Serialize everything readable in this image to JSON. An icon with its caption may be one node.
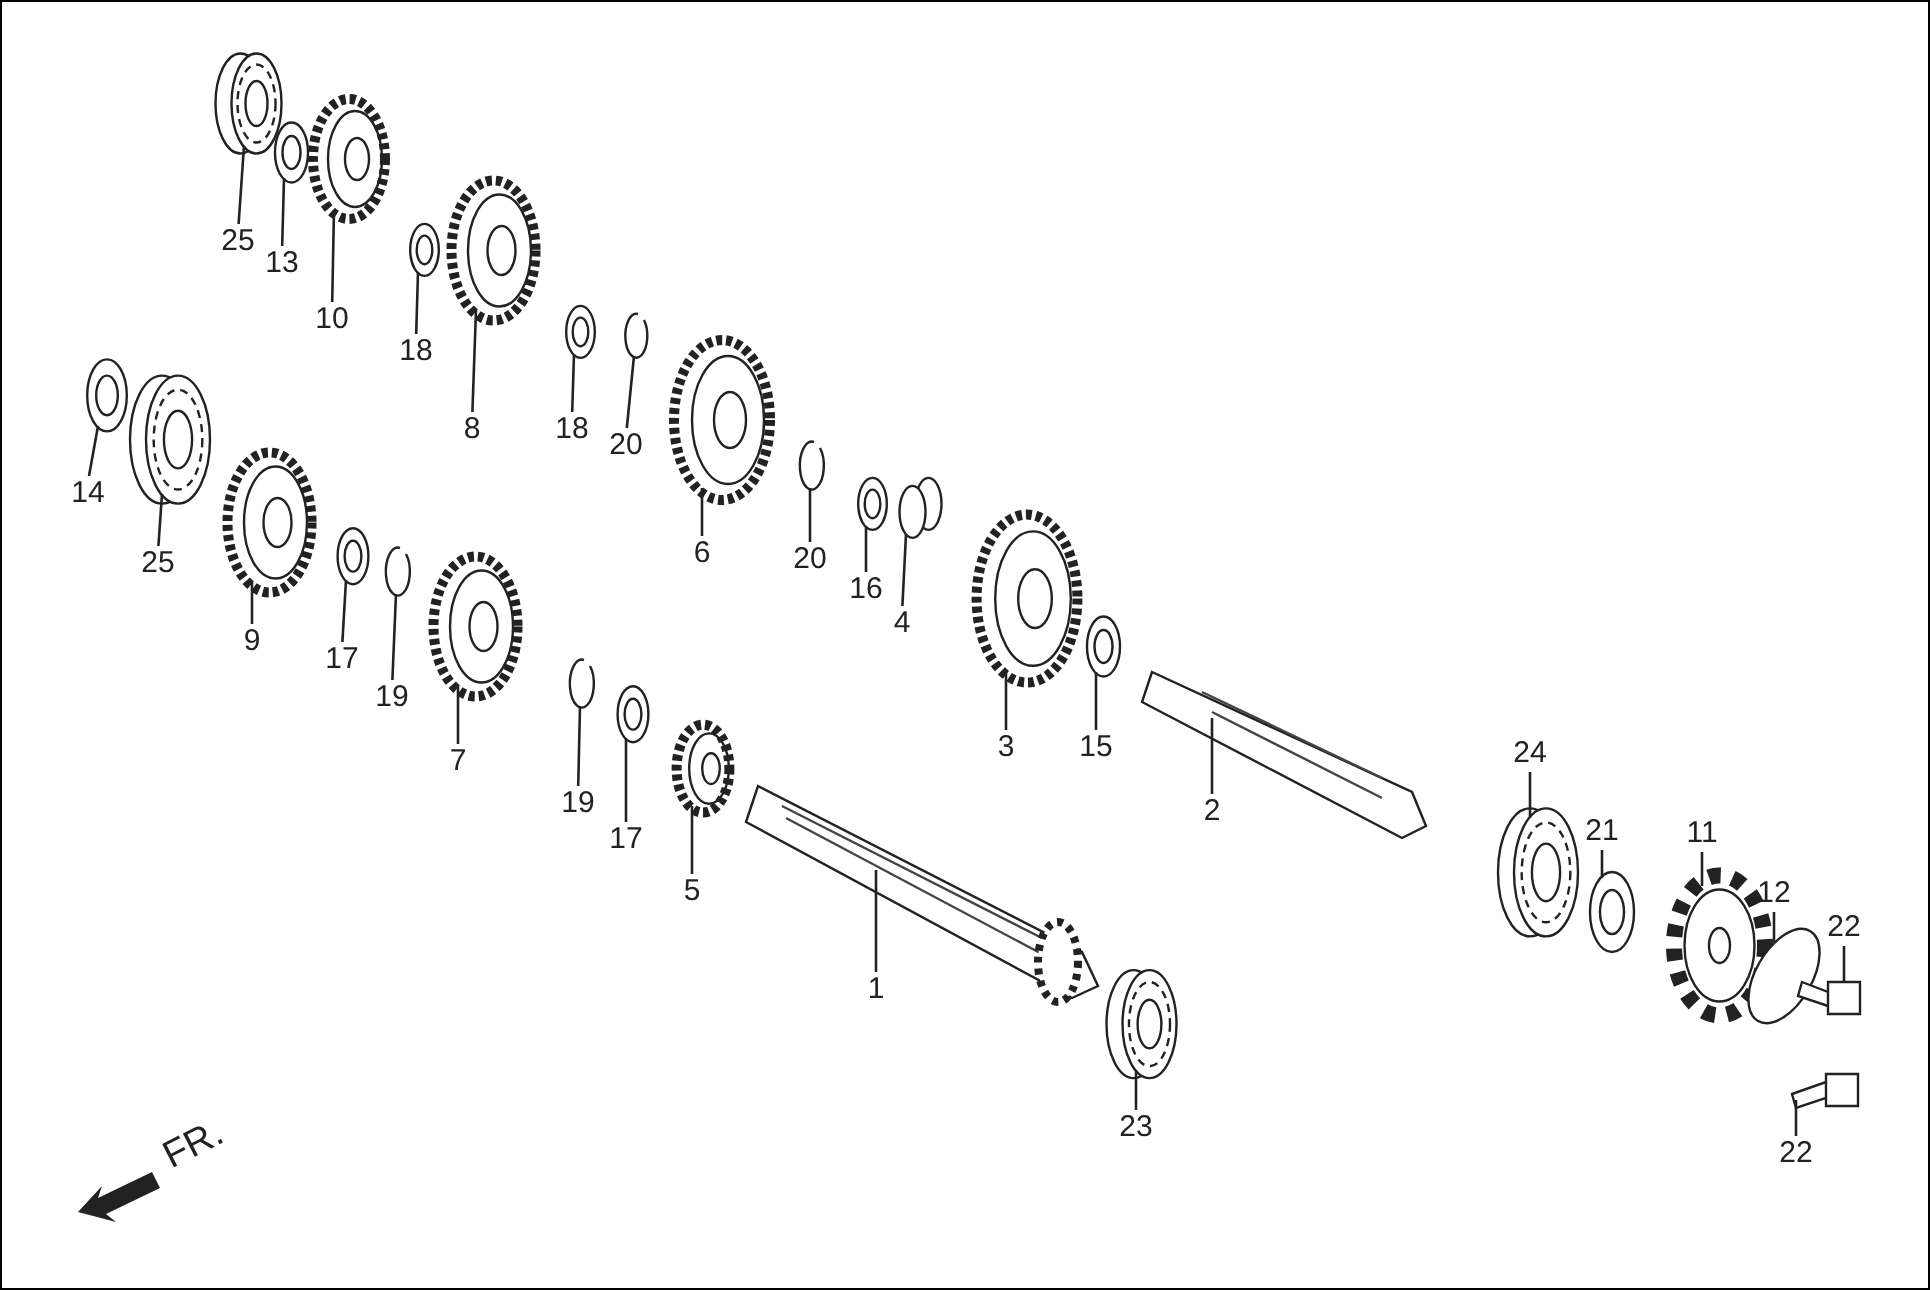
{
  "diagram": {
    "nodes": [
      {
        "text": [
          "25"
        ]
      },
      {
        "text": [
          "13"
        ]
      },
      {
        "text": [
          "10"
        ]
      },
      {
        "text": [
          "18"
        ]
      },
      {
        "text": [
          "8"
        ]
      },
      {
        "text": [
          "18"
        ]
      },
      {
        "text": [
          "20"
        ]
      },
      {
        "text": [
          "6"
        ]
      },
      {
        "text": [
          "20"
        ]
      },
      {
        "text": [
          "16"
        ]
      },
      {
        "text": [
          "4"
        ]
      },
      {
        "text": [
          "3"
        ]
      },
      {
        "text": [
          "15"
        ]
      },
      {
        "text": [
          "2"
        ]
      },
      {
        "text": [
          "14"
        ]
      },
      {
        "text": [
          "25"
        ]
      },
      {
        "text": [
          "9"
        ]
      },
      {
        "text": [
          "17"
        ]
      },
      {
        "text": [
          "19"
        ]
      },
      {
        "text": [
          "7"
        ]
      },
      {
        "text": [
          "19"
        ]
      },
      {
        "text": [
          "17"
        ]
      },
      {
        "text": [
          "5"
        ]
      },
      {
        "text": [
          "1"
        ]
      },
      {
        "text": [
          "23"
        ]
      },
      {
        "text": [
          "24"
        ]
      },
      {
        "text": [
          "21"
        ]
      },
      {
        "text": [
          "11"
        ]
      },
      {
        "text": [
          "12"
        ]
      },
      {
        "text": [
          "22"
        ]
      },
      {
        "text": [
          "22"
        ]
      }
    ],
    "edges": [
      {
        "from": 0,
        "to": null,
        "arrow": "none"
      },
      {
        "from": 1,
        "to": null,
        "arrow": "none"
      },
      {
        "from": 2,
        "to": null,
        "arrow": "none"
      },
      {
        "from": 3,
        "to": null,
        "arrow": "none"
      },
      {
        "from": 4,
        "to": null,
        "arrow": "none"
      },
      {
        "from": 5,
        "to": null,
        "arrow": "none"
      },
      {
        "from": 6,
        "to": null,
        "arrow": "none"
      },
      {
        "from": 7,
        "to": null,
        "arrow": "none"
      },
      {
        "from": 8,
        "to": null,
        "arrow": "none"
      },
      {
        "from": 9,
        "to": null,
        "arrow": "none"
      },
      {
        "from": 10,
        "to": null,
        "arrow": "none"
      },
      {
        "from": 11,
        "to": null,
        "arrow": "none"
      },
      {
        "from": 12,
        "to": null,
        "arrow": "none"
      },
      {
        "from": 13,
        "to": null,
        "arrow": "none"
      },
      {
        "from": 14,
        "to": null,
        "arrow": "none"
      },
      {
        "from": 15,
        "to": null,
        "arrow": "none"
      },
      {
        "from": 16,
        "to": null,
        "arrow": "none"
      },
      {
        "from": 17,
        "to": null,
        "arrow": "none"
      },
      {
        "from": 18,
        "to": null,
        "arrow": "none"
      },
      {
        "from": 19,
        "to": null,
        "arrow": "none"
      },
      {
        "from": 20,
        "to": null,
        "arrow": "none"
      },
      {
        "from": 21,
        "to": null,
        "arrow": "none"
      },
      {
        "from": 22,
        "to": null,
        "arrow": "none"
      },
      {
        "from": 23,
        "to": null,
        "arrow": "none"
      },
      {
        "from": 24,
        "to": null,
        "arrow": "none"
      },
      {
        "from": 25,
        "to": null,
        "arrow": "none"
      },
      {
        "from": 26,
        "to": null,
        "arrow": "none"
      },
      {
        "from": 27,
        "to": null,
        "arrow": "none"
      },
      {
        "from": 28,
        "to": null,
        "arrow": "none"
      },
      {
        "from": 29,
        "to": null,
        "arrow": "none"
      },
      {
        "from": 30,
        "to": null,
        "arrow": "none"
      }
    ],
    "labels": [
      "FR."
    ]
  }
}
